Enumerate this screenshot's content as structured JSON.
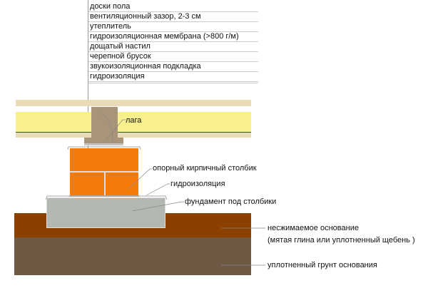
{
  "layers_list": [
    "доски пола",
    "вентиляционный зазор, 2-3 см",
    "утеплитель",
    "гидроизоляционная мембрана (>800 г/м)",
    "дощатый настил",
    "черепной брусок",
    "звукоизоляционная подкладка",
    "гидроизоляция"
  ],
  "labels": {
    "joist": "лага",
    "brick_pillar": "опорный кирпичный столбик",
    "waterproofing": "гидроизоляция",
    "foundation": "фундамент под столбики",
    "base_line1": "несжимаемое основание",
    "base_line2": "(мятая глина или уплотненный щебень )",
    "soil": "уплотненный грунт основания"
  },
  "colors": {
    "board": "#e8dcb8",
    "insulation": "#f7f08c",
    "membrane": "#2f5a2a",
    "wood": "#a89478",
    "brick": "#f47a0a",
    "concrete": "#b4b8b2",
    "base": "#8b4000",
    "soil": "#6e5a44"
  }
}
